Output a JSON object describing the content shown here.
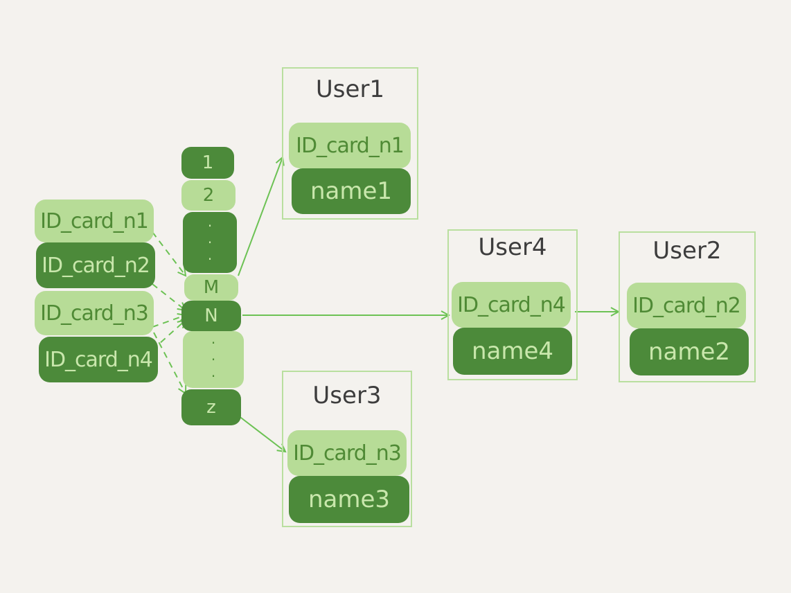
{
  "keys": [
    "ID_card_n1",
    "ID_card_n2",
    "ID_card_n3",
    "ID_card_n4"
  ],
  "slots": {
    "s1": "1",
    "s2": "2",
    "sm": "M",
    "sn": "N",
    "sz": "z",
    "dots": "·"
  },
  "records": [
    {
      "title": "User1",
      "key": "ID_card_n1",
      "name": "name1"
    },
    {
      "title": "User4",
      "key": "ID_card_n4",
      "name": "name4"
    },
    {
      "title": "User2",
      "key": "ID_card_n2",
      "name": "name2"
    },
    {
      "title": "User3",
      "key": "ID_card_n3",
      "name": "name3"
    }
  ],
  "colors": {
    "light": "#b7dc97",
    "dark": "#4c8a3a",
    "border": "#b9df9f",
    "arrow": "#6cc254",
    "background": "#f4f2ee"
  }
}
